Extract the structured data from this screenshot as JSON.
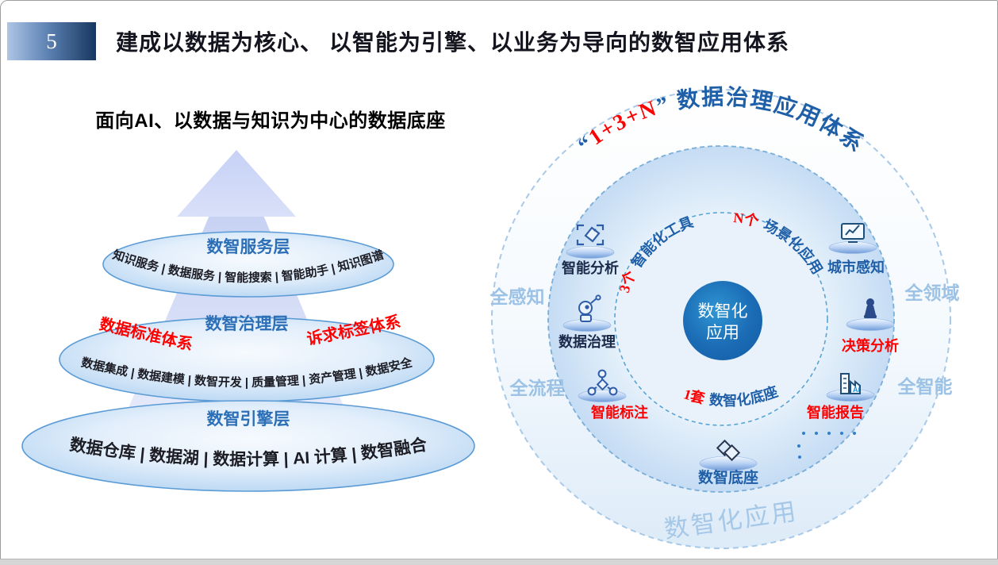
{
  "slide": {
    "number": "5",
    "title": "建成以数据为核心、 以智能为引擎、以业务为导向的数智应用体系"
  },
  "left": {
    "title": "面向AI、以数据与知识为中心的数据底座",
    "layers": [
      {
        "name": "数智服务层",
        "items": "知识服务 | 数据服务 | 智能搜索 | 智能助手 | 知识图谱"
      },
      {
        "name": "数智治理层",
        "left_tag": "数据标准体系",
        "right_tag": "诉求标签体系",
        "items": "数据集成 | 数据建模 | 数智开发 | 质量管理 | 资产管理 | 数据安全"
      },
      {
        "name": "数智引擎层",
        "items": "数据仓库 | 数据湖 | 数据计算 | AI 计算 | 数智融合"
      }
    ]
  },
  "right": {
    "arc_title": {
      "quote_open": "“",
      "highlight": "1+3+N",
      "quote_close": "”",
      "rest": " 数据治理应用体系"
    },
    "center": {
      "line1": "数智化",
      "line2": "应用"
    },
    "ring_labels": [
      {
        "prefix": "3个",
        "label": "智能化工具"
      },
      {
        "prefix": "N个",
        "label": "场景化应用"
      },
      {
        "prefix": "1套",
        "label": "数智化底座"
      }
    ],
    "nodes": [
      {
        "label": "智能分析",
        "icon": "tag-scan-icon",
        "color": "#1b2a4a"
      },
      {
        "label": "数据治理",
        "icon": "robot-icon",
        "color": "#1b2a4a"
      },
      {
        "label": "智能标注",
        "icon": "network-nodes-icon",
        "color": "#fe0000"
      },
      {
        "label": "城市感知",
        "icon": "monitor-chart-icon",
        "color": "#1f5fa8"
      },
      {
        "label": "决策分析",
        "icon": "chess-pawn-icon",
        "color": "#fe0000"
      },
      {
        "label": "智能报告",
        "icon": "building-ai-icon",
        "color": "#fe0000"
      },
      {
        "label": "数智底座",
        "icon": "diamond-stack-icon",
        "color": "#1f5fa8"
      }
    ],
    "outer_labels": [
      "全感知",
      "全流程",
      "全领域",
      "全智能"
    ],
    "bottom_label": "数智化应用"
  },
  "colors": {
    "accent_blue": "#1f5fa8",
    "red": "#fe0000",
    "light_blue_label": "#9cc2e5",
    "layer_label_blue": "#2d6fb7",
    "dark_text": "#1c1c24"
  }
}
